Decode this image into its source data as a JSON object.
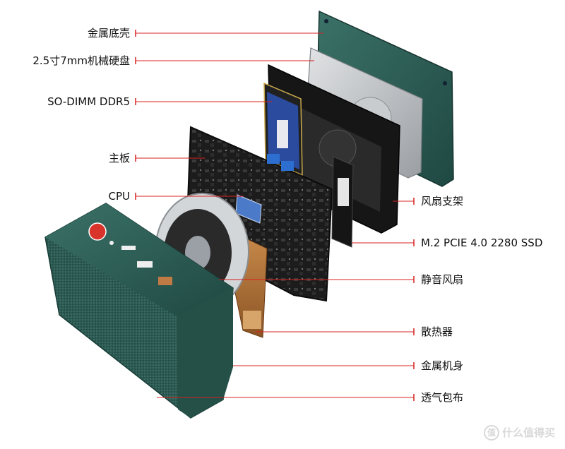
{
  "labels_left": [
    {
      "id": "metal-bottom-cover",
      "text": "金属底壳"
    },
    {
      "id": "hdd",
      "text": "2.5寸7mm机械硬盘"
    },
    {
      "id": "ram",
      "text": "SO-DIMM DDR5"
    },
    {
      "id": "motherboard",
      "text": "主板"
    },
    {
      "id": "cpu",
      "text": "CPU"
    }
  ],
  "labels_right": [
    {
      "id": "fan-bracket",
      "text": "风扇支架"
    },
    {
      "id": "ssd",
      "text": "M.2 PCIE 4.0 2280 SSD"
    },
    {
      "id": "quiet-fan",
      "text": "静音风扇"
    },
    {
      "id": "heatsink",
      "text": "散热器"
    },
    {
      "id": "metal-body",
      "text": "金属机身"
    },
    {
      "id": "fabric-cover",
      "text": "透气包布"
    }
  ],
  "watermark": {
    "icon": "值",
    "text": "什么值得买"
  },
  "colors": {
    "leader": "#d92020",
    "case_green": "#2f6159",
    "board": "#1c1c1c"
  }
}
